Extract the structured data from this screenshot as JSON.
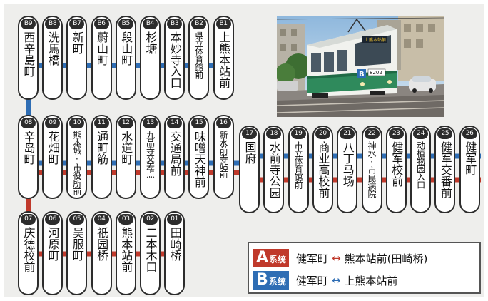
{
  "stations": [
    {
      "code": "B9",
      "name": "西辛島町"
    },
    {
      "code": "B8",
      "name": "洗馬橋"
    },
    {
      "code": "B7",
      "name": "新町"
    },
    {
      "code": "B6",
      "name": "蔚山町"
    },
    {
      "code": "B5",
      "name": "段山町"
    },
    {
      "code": "B4",
      "name": "杉塘"
    },
    {
      "code": "B3",
      "name": "本妙寺入口"
    },
    {
      "code": "B2",
      "name": "県立体育館前"
    },
    {
      "code": "B1",
      "name": "上熊本站前"
    },
    {
      "code": "08",
      "name": "辛岛町"
    },
    {
      "code": "09",
      "name": "花畑町"
    },
    {
      "code": "10",
      "name": "熊本城·市役所前"
    },
    {
      "code": "11",
      "name": "通町筋"
    },
    {
      "code": "12",
      "name": "水道町"
    },
    {
      "code": "13",
      "name": "九品寺交差点"
    },
    {
      "code": "14",
      "name": "交通局前"
    },
    {
      "code": "15",
      "name": "味噌天神前"
    },
    {
      "code": "16",
      "name": "新水前寺站前"
    },
    {
      "code": "17",
      "name": "国府"
    },
    {
      "code": "18",
      "name": "水前寺公园"
    },
    {
      "code": "19",
      "name": "市立体育馆前"
    },
    {
      "code": "20",
      "name": "商业高校前"
    },
    {
      "code": "21",
      "name": "八丁马场"
    },
    {
      "code": "22",
      "name": "神水·市民病院"
    },
    {
      "code": "23",
      "name": "健军校前"
    },
    {
      "code": "24",
      "name": "动植物园入口"
    },
    {
      "code": "25",
      "name": "健军交番前"
    },
    {
      "code": "26",
      "name": "健军町"
    },
    {
      "code": "07",
      "name": "庆德校前"
    },
    {
      "code": "06",
      "name": "河原町"
    },
    {
      "code": "05",
      "name": "吴服町"
    },
    {
      "code": "04",
      "name": "祇园桥"
    },
    {
      "code": "03",
      "name": "熊本站前"
    },
    {
      "code": "02",
      "name": "二本木口"
    },
    {
      "code": "01",
      "name": "田崎桥"
    }
  ],
  "legend": {
    "a": {
      "letter": "A",
      "label": "系统",
      "from": "健军町",
      "arrow": "↔",
      "to": "熊本站前(田崎桥)",
      "color": "#c0392b"
    },
    "b": {
      "letter": "B",
      "label": "系统",
      "from": "健军町",
      "arrow": "↔",
      "to": "上熊本站前",
      "color": "#2e6db4"
    }
  },
  "photo": {
    "tram_number": "8202",
    "tram_letter": "B",
    "tram_sign": "上熊本站前"
  },
  "colors": {
    "line_a": "#c0392b",
    "line_b": "#2e6db4"
  }
}
